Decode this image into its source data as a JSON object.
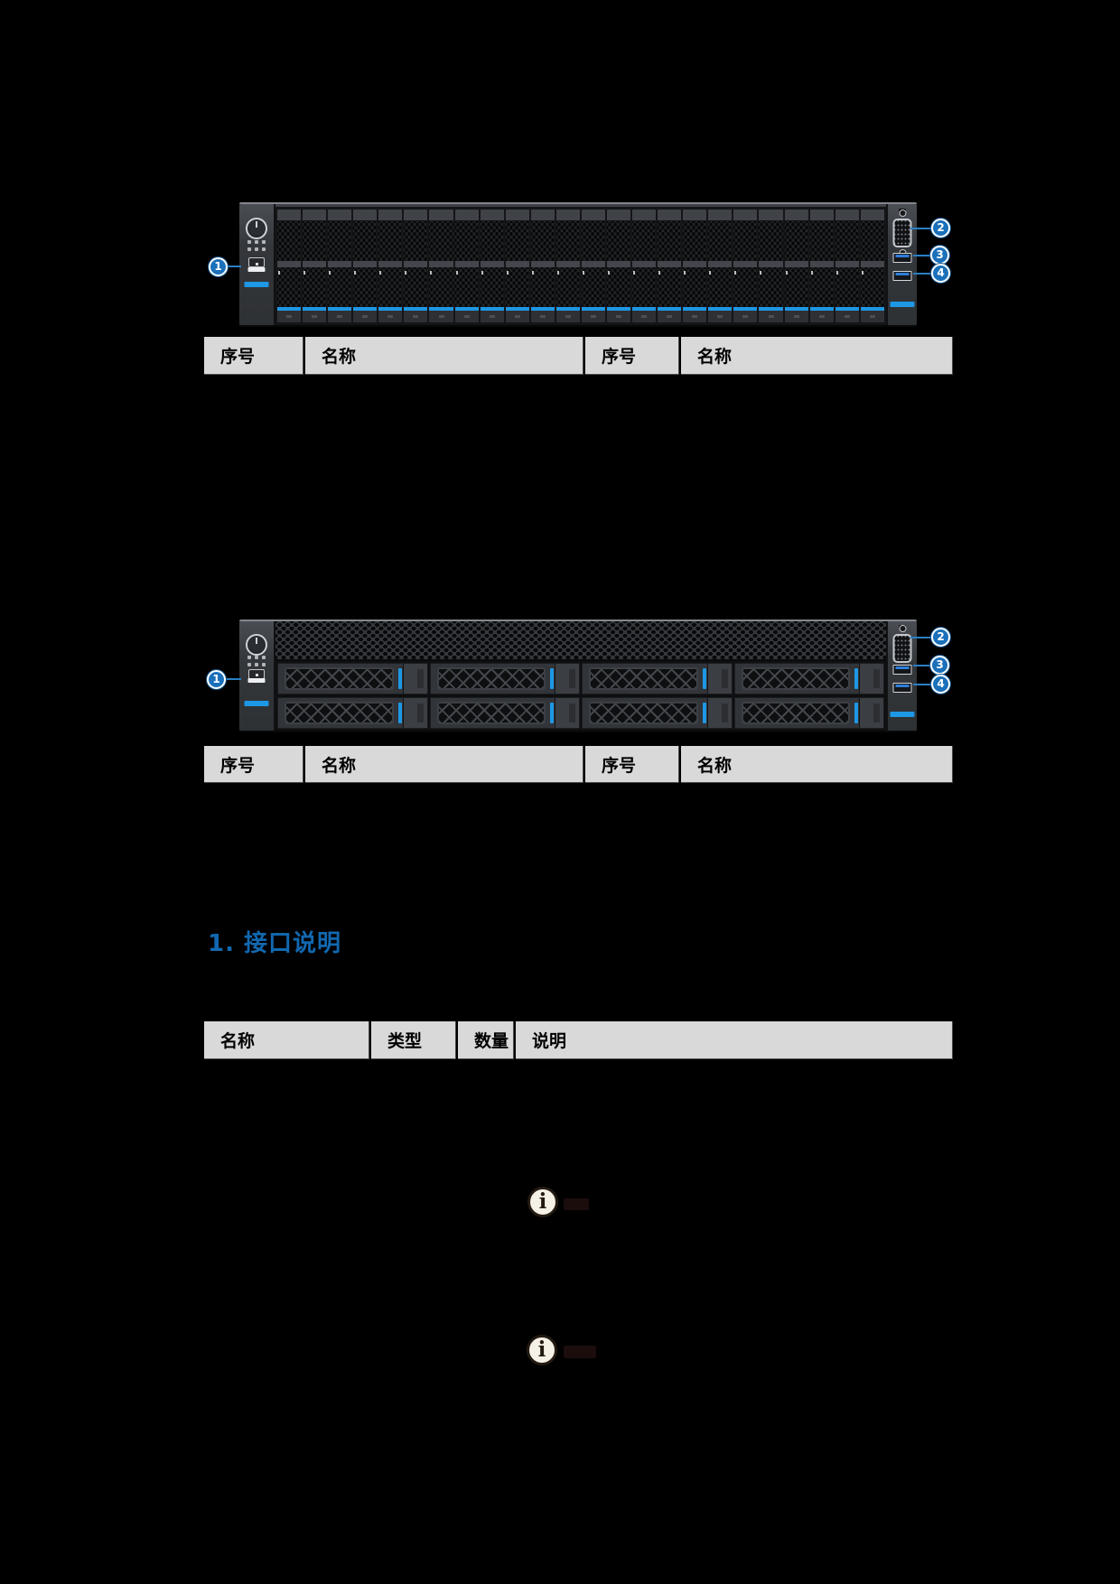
{
  "figures": {
    "front_25bay": {
      "drive_bays": 24,
      "callouts": [
        "1",
        "2",
        "3",
        "4"
      ]
    },
    "front_8bay": {
      "drive_bays": 8,
      "callouts": [
        "1",
        "2",
        "3",
        "4"
      ]
    }
  },
  "tables": {
    "panel_top": {
      "headers": [
        "序号",
        "名称",
        "序号",
        "名称"
      ]
    },
    "panel_bottom": {
      "headers": [
        "序号",
        "名称",
        "序号",
        "名称"
      ]
    },
    "interfaces": {
      "headers": [
        "名称",
        "类型",
        "数量",
        "说明"
      ]
    }
  },
  "section": {
    "heading": "1. 接口说明"
  },
  "icons": {
    "info_glyph": "i"
  },
  "colors": {
    "page_background": "#000000",
    "accent_blue": "#1268b0",
    "callout_blue": "#1b70ba",
    "led_blue": "#1e97e4",
    "table_header_bg": "#d9d9d9"
  }
}
